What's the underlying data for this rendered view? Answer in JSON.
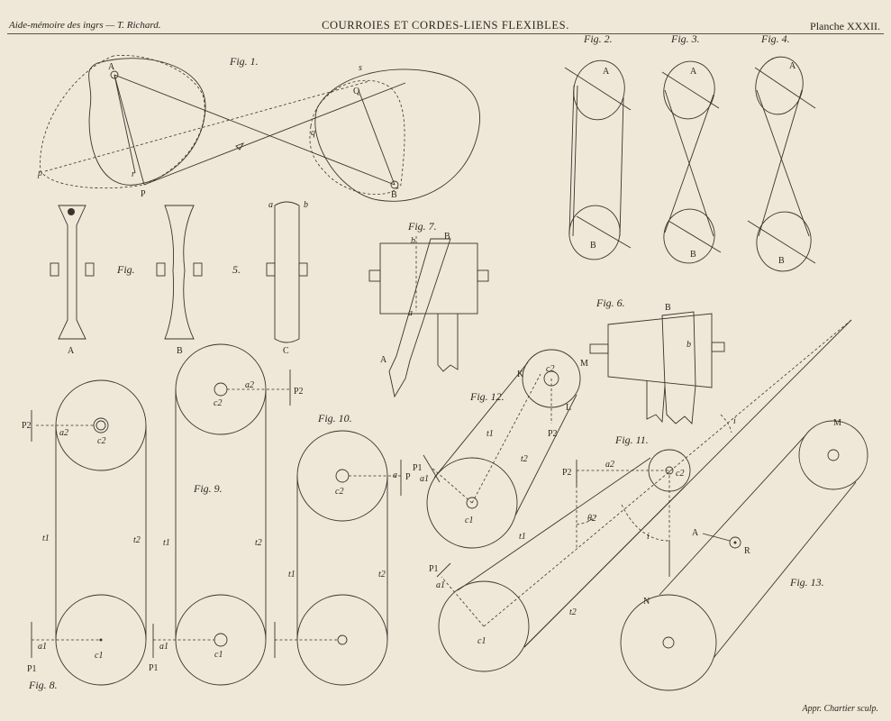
{
  "header": {
    "left": "Aide-mémoire des ingrs — T. Richard.",
    "center": "COURROIES ET CORDES-LIENS FLEXIBLES.",
    "right": "Planche XXXII."
  },
  "footer": {
    "right": "Appr. Chartier sculp."
  },
  "figures": {
    "fig1": "Fig. 1.",
    "fig2": "Fig. 2.",
    "fig3": "Fig. 3.",
    "fig4": "Fig. 4.",
    "fig5a": "Fig.",
    "fig5b": "5.",
    "fig6": "Fig. 6.",
    "fig7": "Fig. 7.",
    "fig8": "Fig. 8.",
    "fig9": "Fig. 9.",
    "fig10": "Fig. 10.",
    "fig11": "Fig. 11.",
    "fig12": "Fig. 12.",
    "fig13": "Fig. 13."
  },
  "labels": {
    "A": "A",
    "B": "B",
    "C": "C",
    "P": "P",
    "Q": "Q",
    "p": "p",
    "q": "q",
    "r": "r",
    "s": "s",
    "a": "a",
    "b": "b",
    "K": "K",
    "L": "L",
    "M": "M",
    "N": "N",
    "R": "R",
    "c1": "c1",
    "c2": "c2",
    "a1": "a1",
    "a2": "a2",
    "P1": "P1",
    "P2": "P2",
    "t1": "t1",
    "t2": "t2",
    "theta2": "θ2",
    "i": "i"
  }
}
